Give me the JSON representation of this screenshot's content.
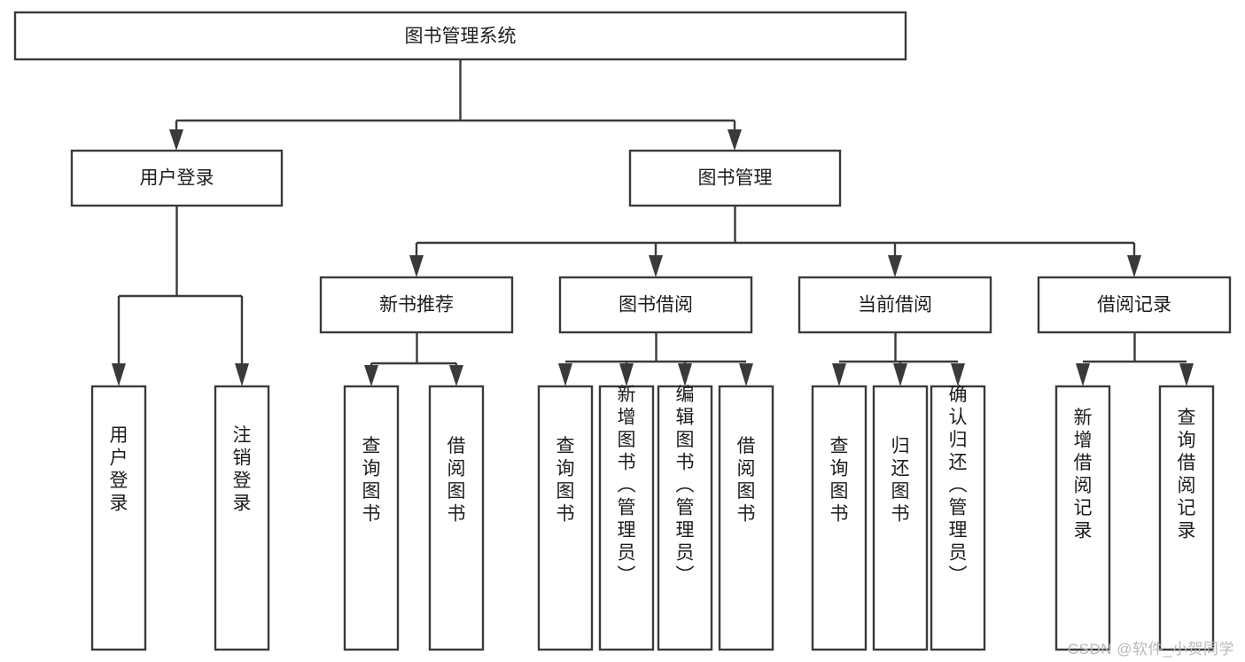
{
  "diagram": {
    "type": "tree-hierarchy",
    "title": "图书管理系统",
    "watermark": "CSDN @软件_小贺同学",
    "colors": {
      "stroke": "#3a3a3a",
      "box_fill": "#ffffff",
      "text": "#1c1c1c",
      "background": "#ffffff",
      "watermark": "#b9b9b9"
    },
    "levels": {
      "root": {
        "label": "图书管理系统"
      },
      "level2": [
        {
          "id": "user-login",
          "label": "用户登录"
        },
        {
          "id": "book-management",
          "label": "图书管理"
        }
      ],
      "level3": [
        {
          "id": "new-book-recommend",
          "label": "新书推荐",
          "parent": "book-management"
        },
        {
          "id": "book-borrow",
          "label": "图书借阅",
          "parent": "book-management"
        },
        {
          "id": "current-borrow",
          "label": "当前借阅",
          "parent": "book-management"
        },
        {
          "id": "borrow-record",
          "label": "借阅记录",
          "parent": "book-management"
        }
      ],
      "leaves": {
        "user-login": [
          {
            "id": "leaf-user-login",
            "label": "用户登录"
          },
          {
            "id": "leaf-user-logout",
            "label": "注销登录"
          }
        ],
        "new-book-recommend": [
          {
            "id": "leaf-query-book-1",
            "label": "查询图书"
          },
          {
            "id": "leaf-borrow-book-1",
            "label": "借阅图书"
          }
        ],
        "book-borrow": [
          {
            "id": "leaf-query-book-2",
            "label": "查询图书"
          },
          {
            "id": "leaf-add-book",
            "label": "新增图书（管理员）"
          },
          {
            "id": "leaf-edit-book",
            "label": "编辑图书（管理员）"
          },
          {
            "id": "leaf-borrow-book-2",
            "label": "借阅图书"
          }
        ],
        "current-borrow": [
          {
            "id": "leaf-query-book-3",
            "label": "查询图书"
          },
          {
            "id": "leaf-return-book",
            "label": "归还图书"
          },
          {
            "id": "leaf-confirm-return",
            "label": "确认归还（管理员）"
          }
        ],
        "borrow-record": [
          {
            "id": "leaf-add-record",
            "label": "新增借阅记录"
          },
          {
            "id": "leaf-query-record",
            "label": "查询借阅记录"
          }
        ]
      }
    }
  }
}
